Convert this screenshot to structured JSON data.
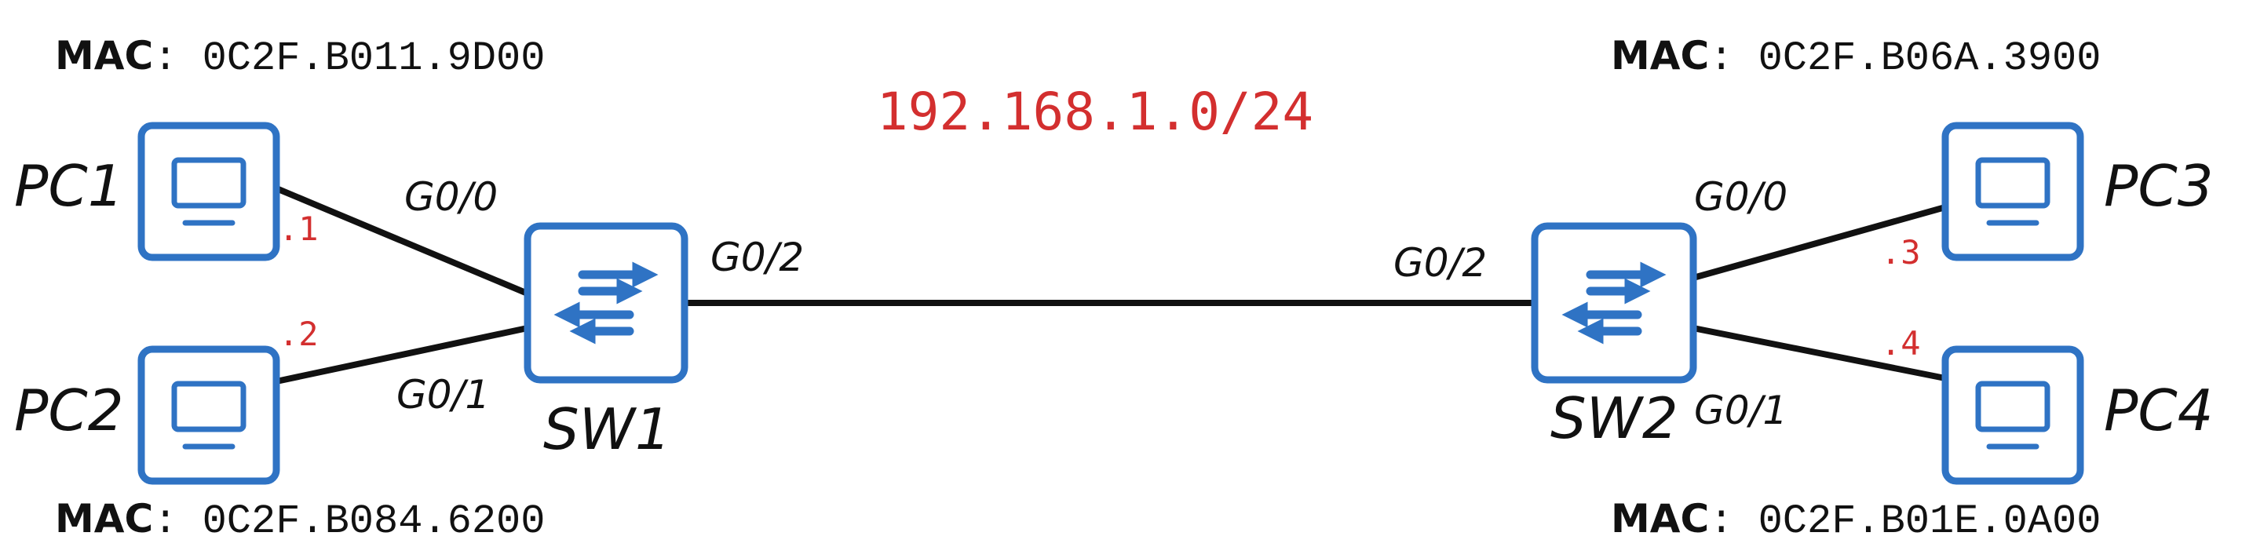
{
  "subnet": "192.168.1.0/24",
  "mac_key": "MAC",
  "colors": {
    "device_blue": "#2f73c4",
    "subnet_red": "#d32f2f",
    "link_black": "#111111"
  },
  "pcs": [
    {
      "name": "PC1",
      "mac": "0C2F.B011.9D00",
      "host": ".1",
      "icon": "monitor-icon"
    },
    {
      "name": "PC2",
      "mac": "0C2F.B084.6200",
      "host": ".2",
      "icon": "monitor-icon"
    },
    {
      "name": "PC3",
      "mac": "0C2F.B06A.3900",
      "host": ".3",
      "icon": "monitor-icon"
    },
    {
      "name": "PC4",
      "mac": "0C2F.B01E.0A00",
      "host": ".4",
      "icon": "monitor-icon"
    }
  ],
  "switches": [
    {
      "name": "SW1",
      "icon": "switch-arrows-icon"
    },
    {
      "name": "SW2",
      "icon": "switch-arrows-icon"
    }
  ],
  "ports": {
    "sw1_g00": "G0/0",
    "sw1_g01": "G0/1",
    "sw1_g02": "G0/2",
    "sw2_g02": "G0/2",
    "sw2_g00": "G0/0",
    "sw2_g01": "G0/1"
  }
}
